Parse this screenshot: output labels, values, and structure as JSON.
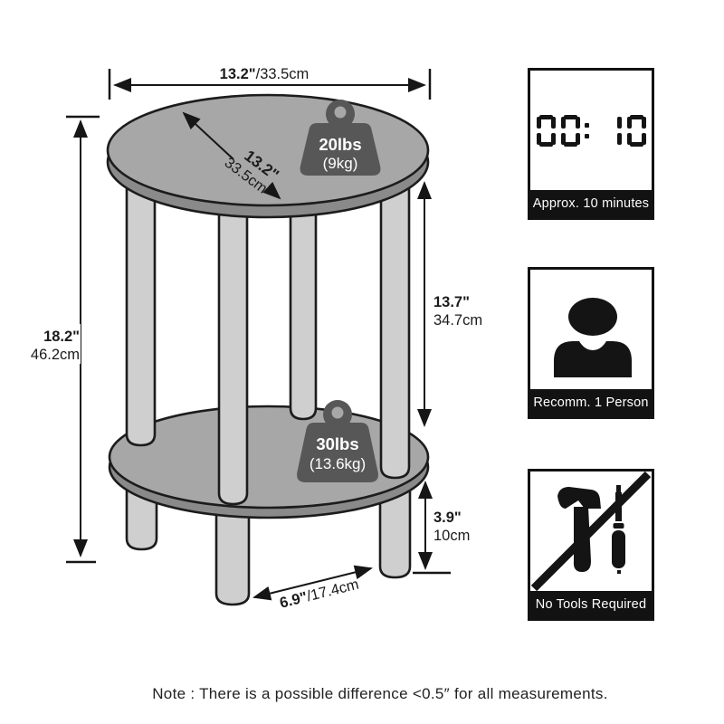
{
  "dimensions": {
    "top_width": {
      "in": "13.2\"",
      "cm": "/33.5cm"
    },
    "top_diameter": {
      "in": "13.2\"",
      "cm": "33.5cm"
    },
    "total_height": {
      "in": "18.2\"",
      "cm": "46.2cm"
    },
    "tier_clearance": {
      "in": "13.7\"",
      "cm": "34.7cm"
    },
    "leg_height": {
      "in": "3.9\"",
      "cm": "10cm"
    },
    "leg_spacing": {
      "in": "6.9\"",
      "cm": "/17.4cm"
    }
  },
  "weights": {
    "top": {
      "lbs": "20lbs",
      "kg": "(9kg)"
    },
    "shelf": {
      "lbs": "30lbs",
      "kg": "(13.6kg)"
    }
  },
  "panels": [
    {
      "icon": "clock-icon",
      "time": "00: 10",
      "label": "Approx. 10 minutes"
    },
    {
      "icon": "person-icon",
      "label": "Recomm. 1 Person"
    },
    {
      "icon": "no-tools-icon",
      "label": "No Tools Required"
    }
  ],
  "note": "Note : There is a possible difference <0.5″ for all measurements.",
  "colors": {
    "table_top": "#a7a7a7",
    "table_rim": "#8a8a8a",
    "leg": "#cfcfcf",
    "weight": "#575757",
    "outline": "#1c1c1c"
  }
}
